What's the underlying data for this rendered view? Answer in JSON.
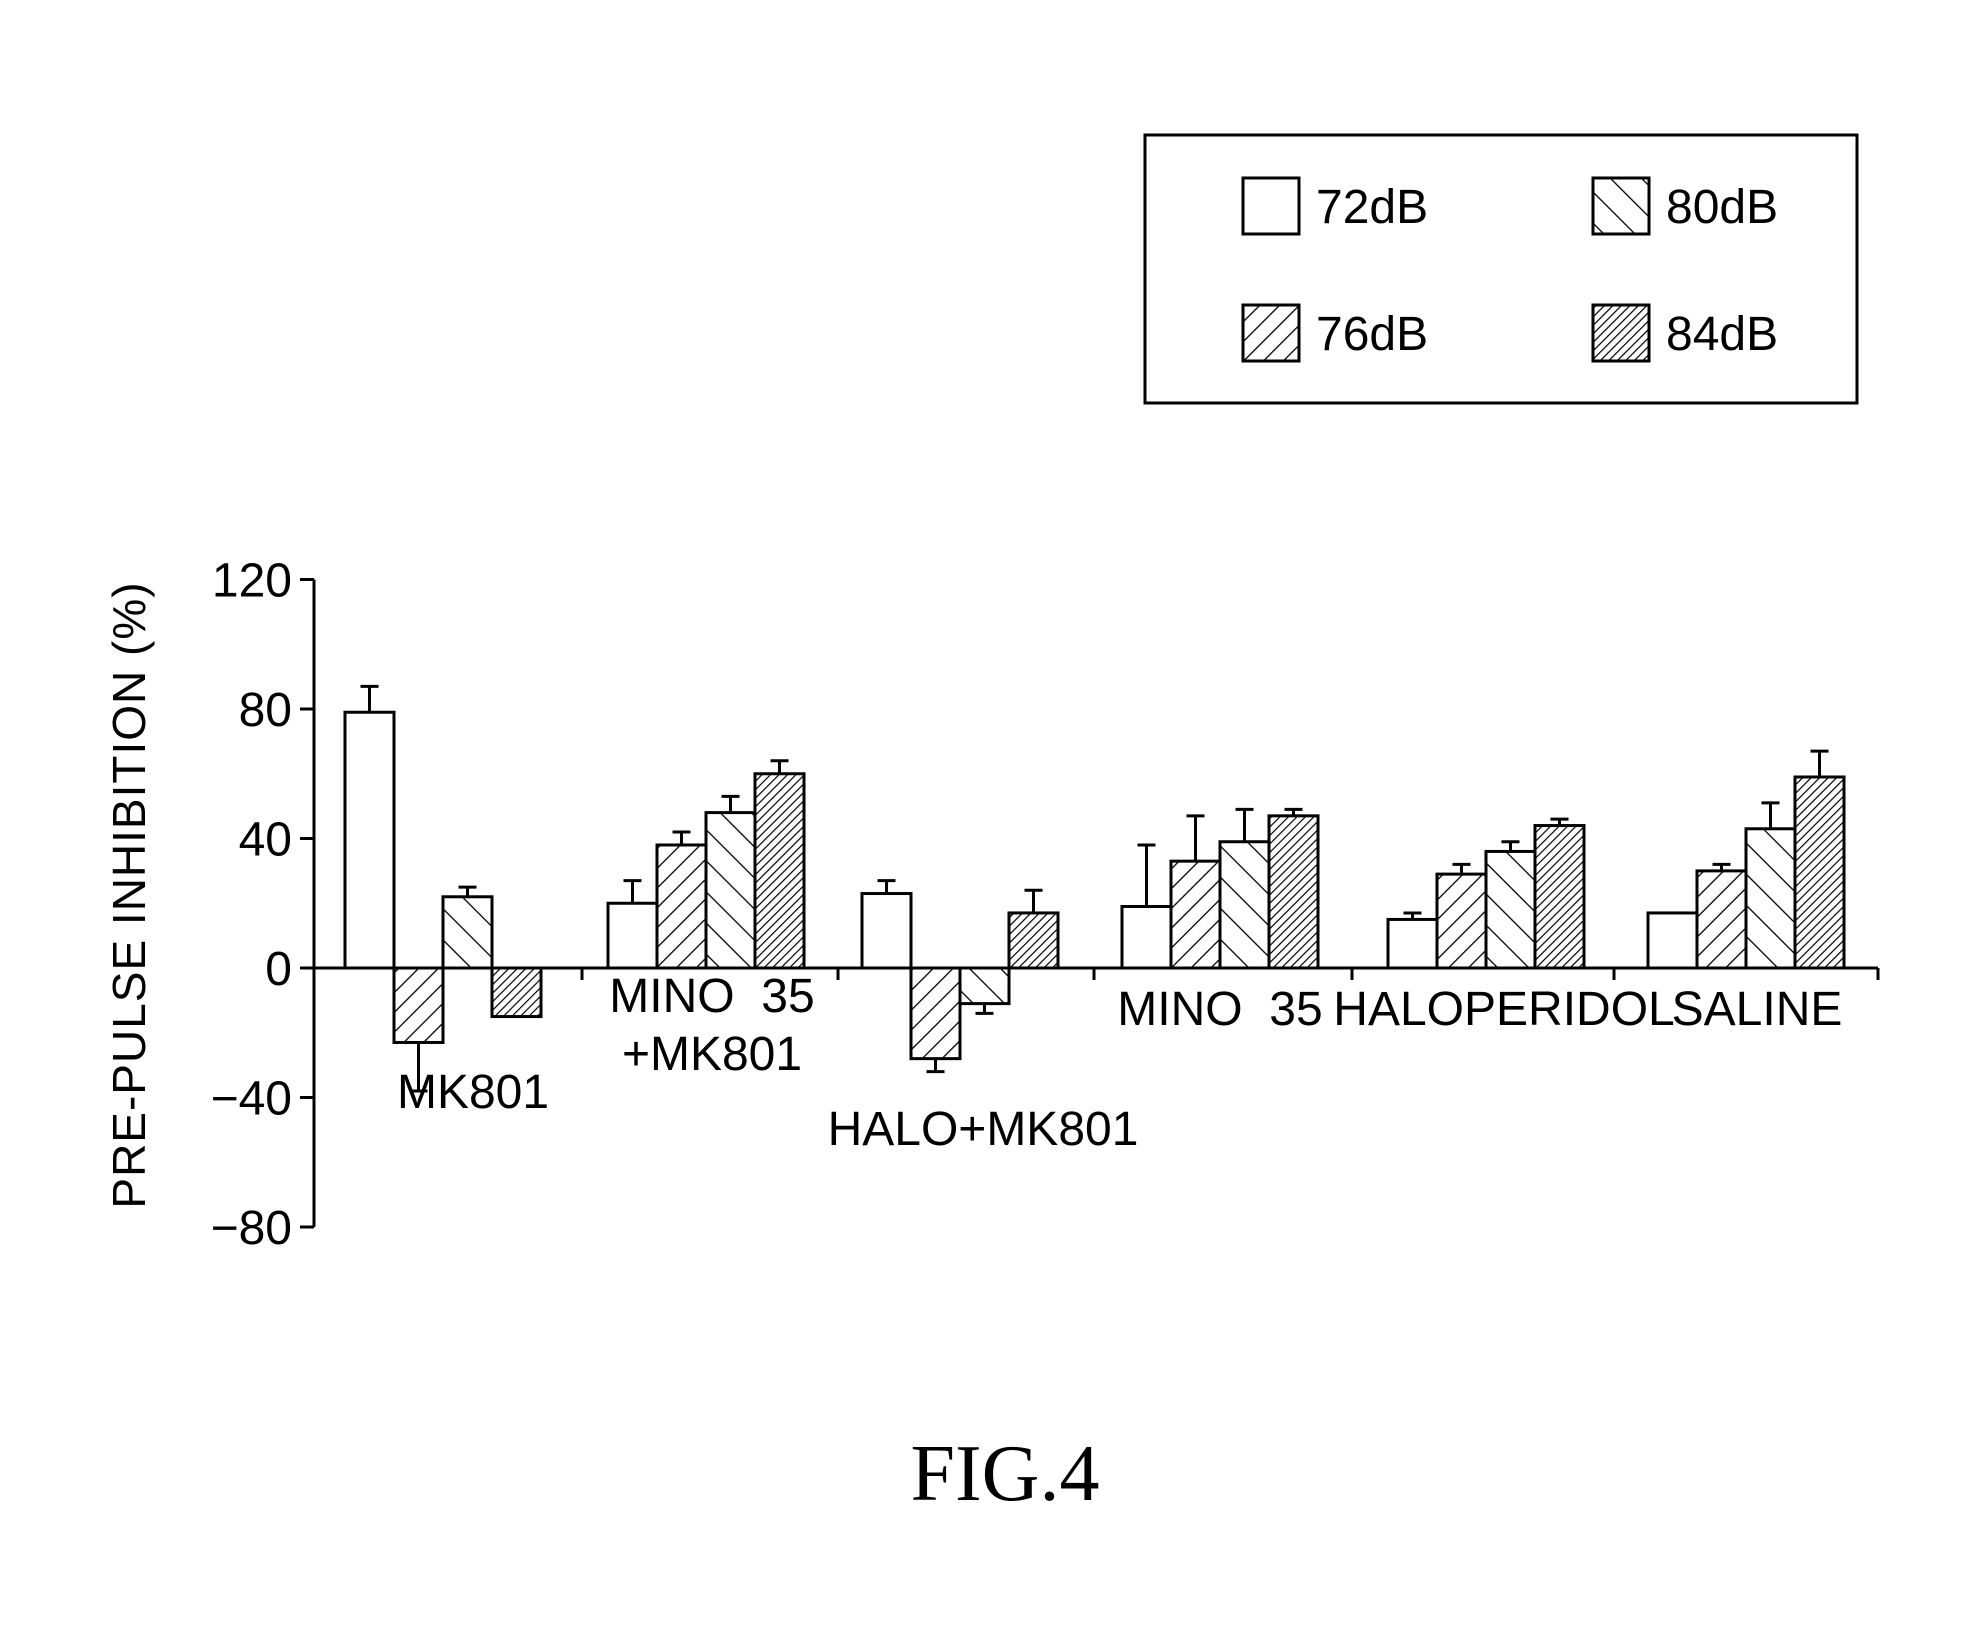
{
  "figure_label": "FIG.4",
  "chart_data": {
    "type": "bar",
    "ylabel": "PRE-PULSE INHIBITION (%)",
    "xlabel": "",
    "ylim": [
      -80,
      120
    ],
    "yticks": [
      -80,
      -40,
      0,
      40,
      80,
      120
    ],
    "ytick_labels": [
      "−80",
      "−40",
      "0",
      "40",
      "80",
      "120"
    ],
    "grid": false,
    "legend_position": "top-right",
    "categories": [
      "MK801",
      "MINO 35 +MK801",
      "HALO+MK801",
      "MINO 35",
      "HALOPERIDOL",
      "SALINE"
    ],
    "category_labels": [
      [
        "MK801"
      ],
      [
        "MINO  35",
        "+MK801"
      ],
      [
        "HALO+MK801"
      ],
      [
        "MINO  35"
      ],
      [
        "HALOPERIDOL"
      ],
      [
        "SALINE"
      ]
    ],
    "series": [
      {
        "name": "72dB",
        "pattern": "open",
        "values": [
          79,
          20,
          23,
          19,
          15,
          17
        ],
        "errors": [
          8,
          7,
          4,
          19,
          2,
          0
        ]
      },
      {
        "name": "76dB",
        "pattern": "hatch-forward",
        "values": [
          -23,
          38,
          -28,
          33,
          29,
          30
        ],
        "errors": [
          15,
          4,
          4,
          14,
          3,
          2
        ]
      },
      {
        "name": "80dB",
        "pattern": "hatch-backward",
        "values": [
          22,
          48,
          -11,
          39,
          36,
          43
        ],
        "errors": [
          3,
          5,
          3,
          10,
          3,
          8
        ]
      },
      {
        "name": "84dB",
        "pattern": "hatch-dense",
        "values": [
          -15,
          60,
          17,
          47,
          44,
          59
        ],
        "errors": [
          0,
          4,
          7,
          2,
          2,
          8
        ]
      }
    ]
  },
  "colors": {
    "ink": "#000000",
    "background": "#ffffff"
  }
}
